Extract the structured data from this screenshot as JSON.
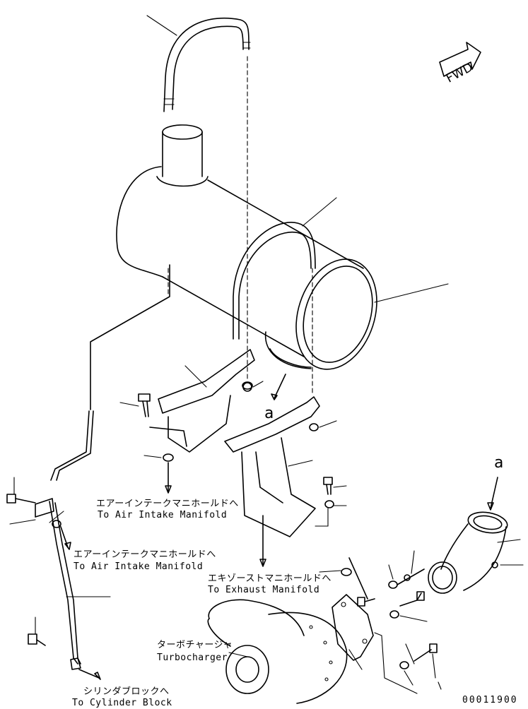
{
  "orientation": {
    "forward_label": "FWD"
  },
  "callouts": {
    "a_muffler": "a",
    "a_elbow": "a"
  },
  "labels": {
    "air_intake_1_jp": "エアーインテークマニホールドへ",
    "air_intake_1_en": "To Air Intake Manifold",
    "air_intake_2_jp": "エアーインテークマニホールドへ",
    "air_intake_2_en": "To Air Intake Manifold",
    "exhaust_jp": "エキゾーストマニホールドへ",
    "exhaust_en": "To Exhaust Manifold",
    "turbo_jp": "ターボチャージャ",
    "turbo_en": "Turbocharger",
    "cylinder_jp": "シリンダブロックへ",
    "cylinder_en": "To Cylinder Block"
  },
  "drawing_number": "00011900"
}
